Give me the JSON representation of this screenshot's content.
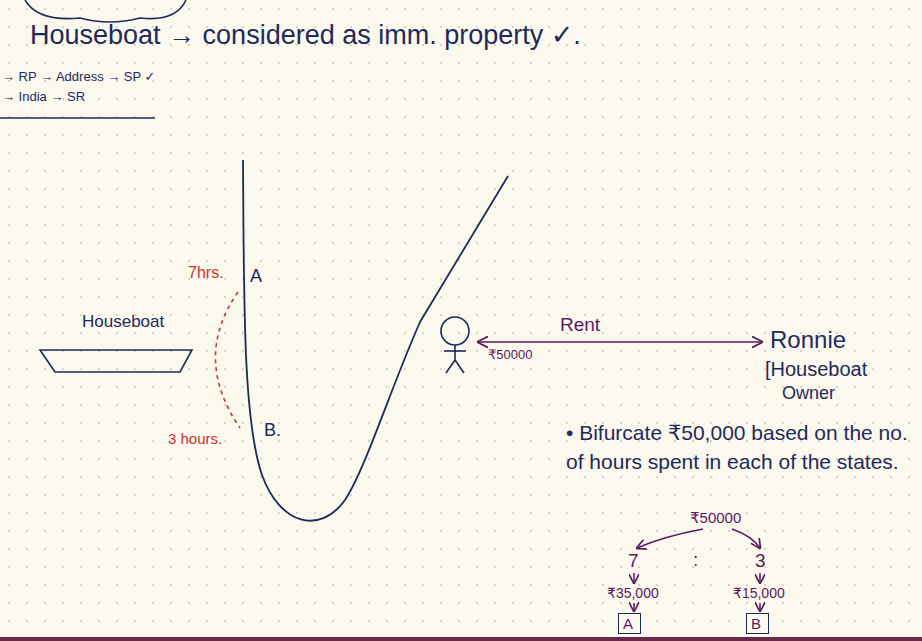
{
  "diagram": {
    "title": "Houseboat → considered as imm. property ✓.",
    "nodes": [
      {
        "text": [
          "A"
        ]
      },
      {
        "text": [
          "B"
        ]
      }
    ],
    "labels": [
      "→ RP → Address → SP ✓",
      "→ India → SR",
      "7hrs.",
      "A",
      "3 hours.",
      "B.",
      "Houseboat",
      "Rent",
      "₹50000",
      "Ronnie",
      "[Houseboat",
      "Owner",
      "• Bifurcate ₹50,000 based on the no. of hours spent in each of the states.",
      "₹50000",
      "7",
      ":",
      "3",
      "₹35,000",
      "₹15,000"
    ]
  }
}
